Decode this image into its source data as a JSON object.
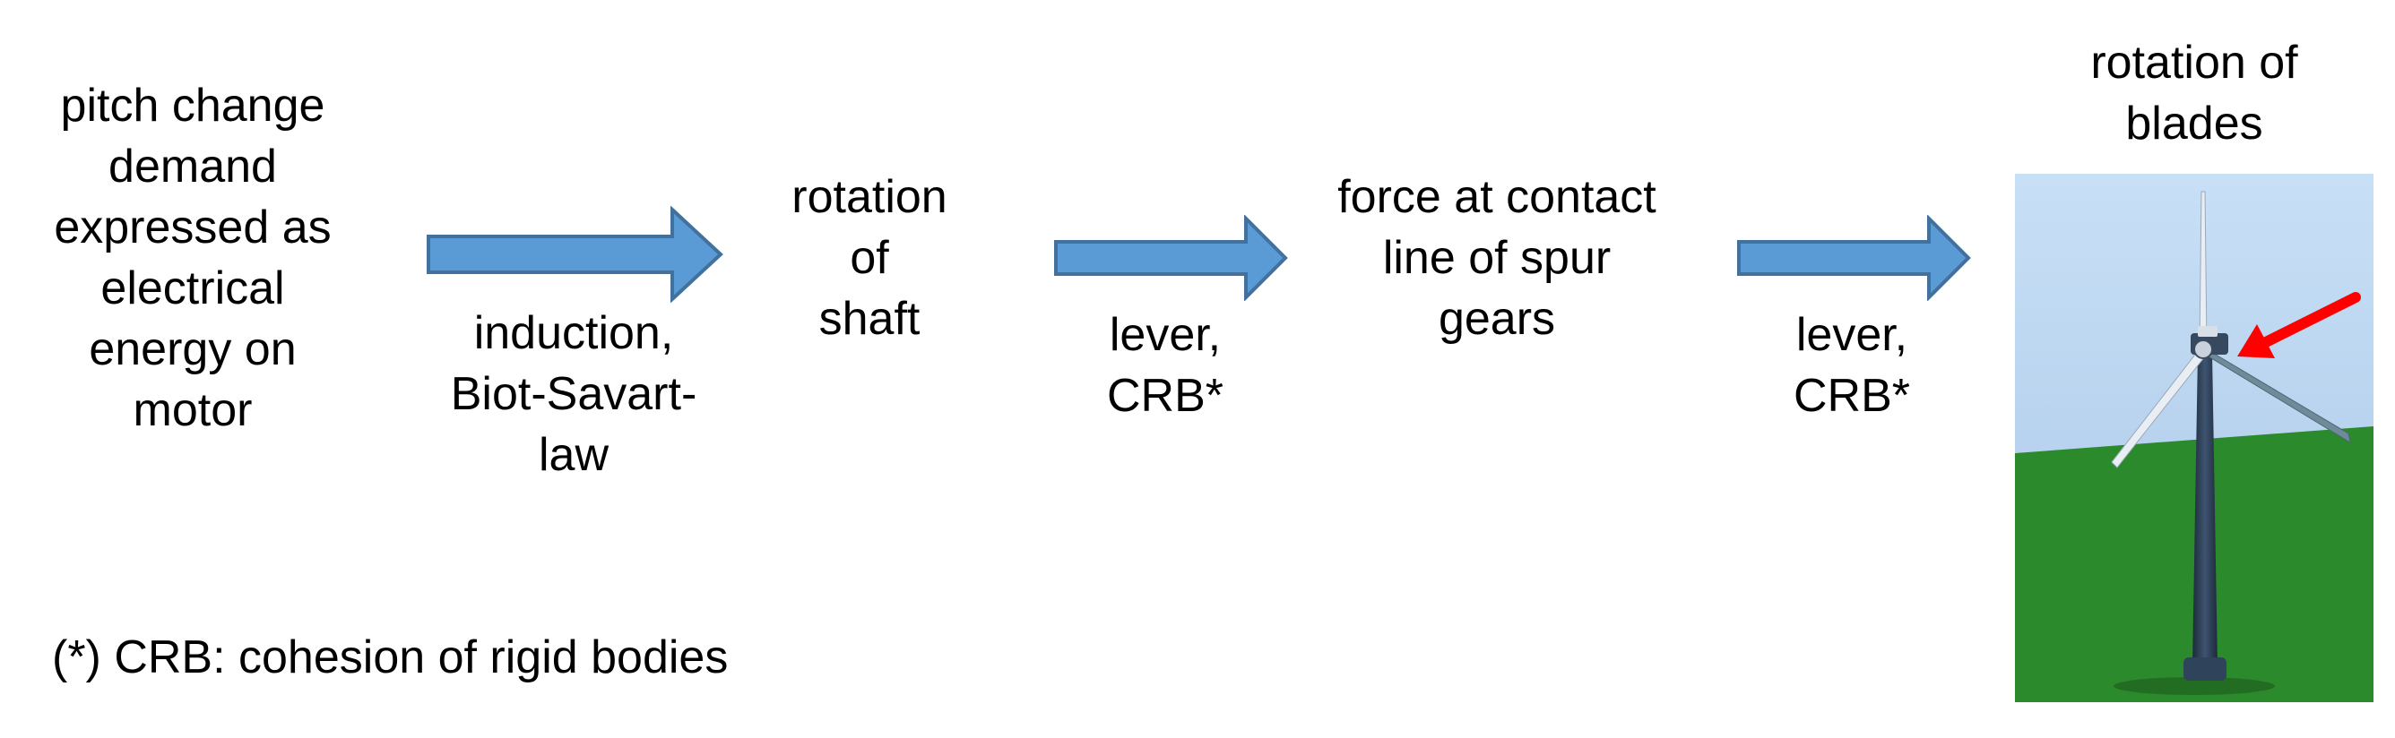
{
  "nodes": {
    "demand": "pitch change\ndemand\nexpressed as\nelectrical\nenergy on\nmotor",
    "shaft": "rotation\nof\nshaft",
    "force": "force at contact\nline of spur\ngears",
    "blades": "rotation of\nblades"
  },
  "edges": {
    "induction": "induction,\nBiot-Savart-\nlaw",
    "lever1": "lever,\nCRB*",
    "lever2": "lever,\nCRB*"
  },
  "footnote": "(*) CRB: cohesion of rigid bodies",
  "colors": {
    "arrow_fill": "#5b9bd5",
    "arrow_stroke": "#41719c",
    "sky": "#b7d4f0",
    "ground": "#2b8a2b",
    "tower": "#2a3a4f",
    "pointer": "#ff0000"
  }
}
